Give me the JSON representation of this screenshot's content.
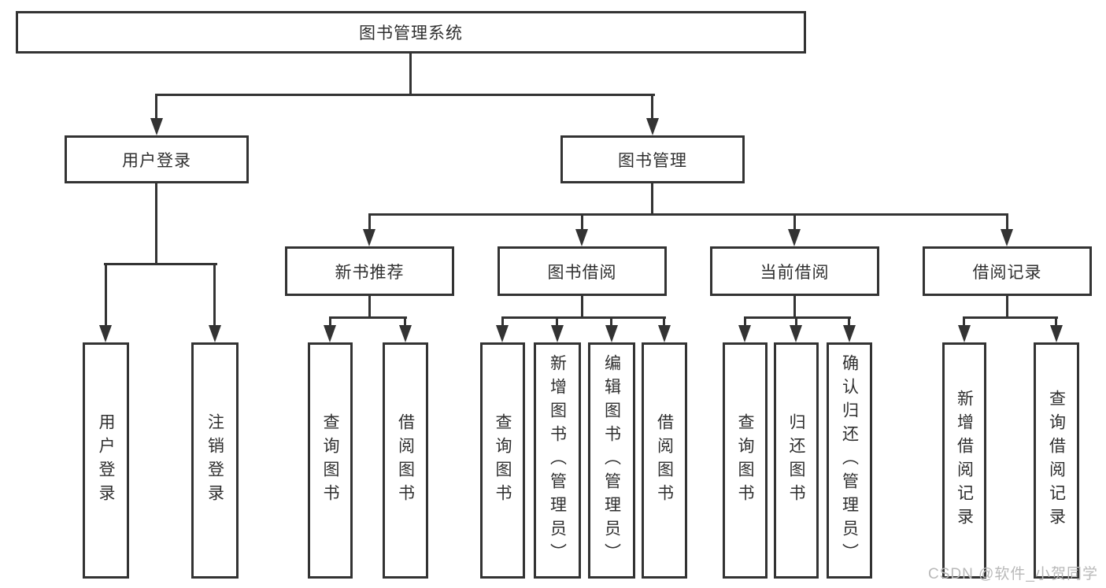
{
  "diagram": {
    "root": "图书管理系统",
    "level1": [
      {
        "label": "用户登录"
      },
      {
        "label": "图书管理"
      }
    ],
    "level2": [
      {
        "label": "新书推荐"
      },
      {
        "label": "图书借阅"
      },
      {
        "label": "当前借阅"
      },
      {
        "label": "借阅记录"
      }
    ],
    "leaves": {
      "userLogin": [
        "用户登录",
        "注销登录"
      ],
      "newBooks": [
        "查询图书",
        "借阅图书"
      ],
      "bookBorrow": [
        "查询图书",
        "新增图书（管理员）",
        "编辑图书（管理员）",
        "借阅图书"
      ],
      "currentBorrow": [
        "查询图书",
        "归还图书",
        "确认归还（管理员）"
      ],
      "borrowRecords": [
        "新增借阅记录",
        "查询借阅记录"
      ]
    }
  },
  "watermark": "CSDN @软件_小贺同学",
  "colors": {
    "line": "#333333",
    "text": "#2f2f2f",
    "background": "#ffffff",
    "watermark": "#b9b9b9"
  }
}
